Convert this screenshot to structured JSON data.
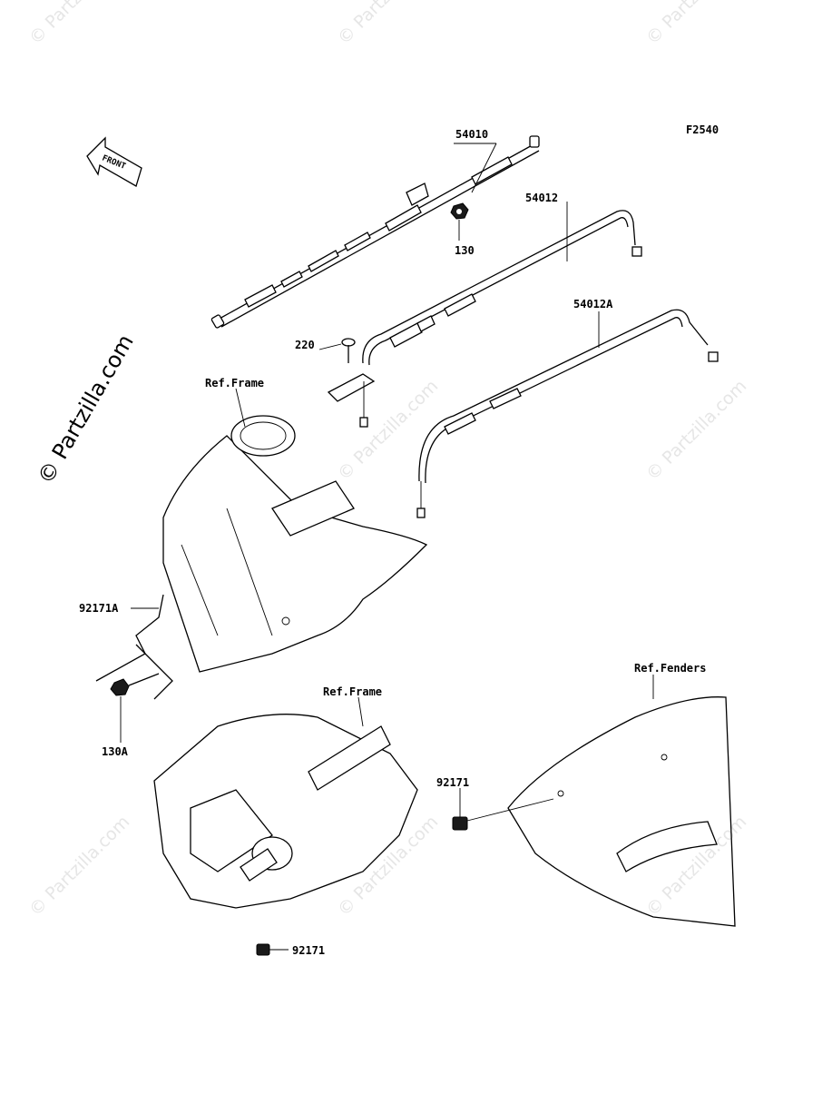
{
  "figure_code": "F2540",
  "front_label": "FRONT",
  "copyright_watermark": "© Partzilla.com",
  "faint_watermark": "© Partzilla.com",
  "parts": [
    {
      "number": "54010"
    },
    {
      "number": "130"
    },
    {
      "number": "54012"
    },
    {
      "number": "54012A"
    },
    {
      "number": "220"
    },
    {
      "number": "92171A"
    },
    {
      "number": "130A"
    },
    {
      "number": "92171"
    },
    {
      "number": "92171"
    }
  ],
  "references": [
    {
      "label": "Ref.Frame"
    },
    {
      "label": "Ref.Frame"
    },
    {
      "label": "Ref.Fenders"
    }
  ]
}
